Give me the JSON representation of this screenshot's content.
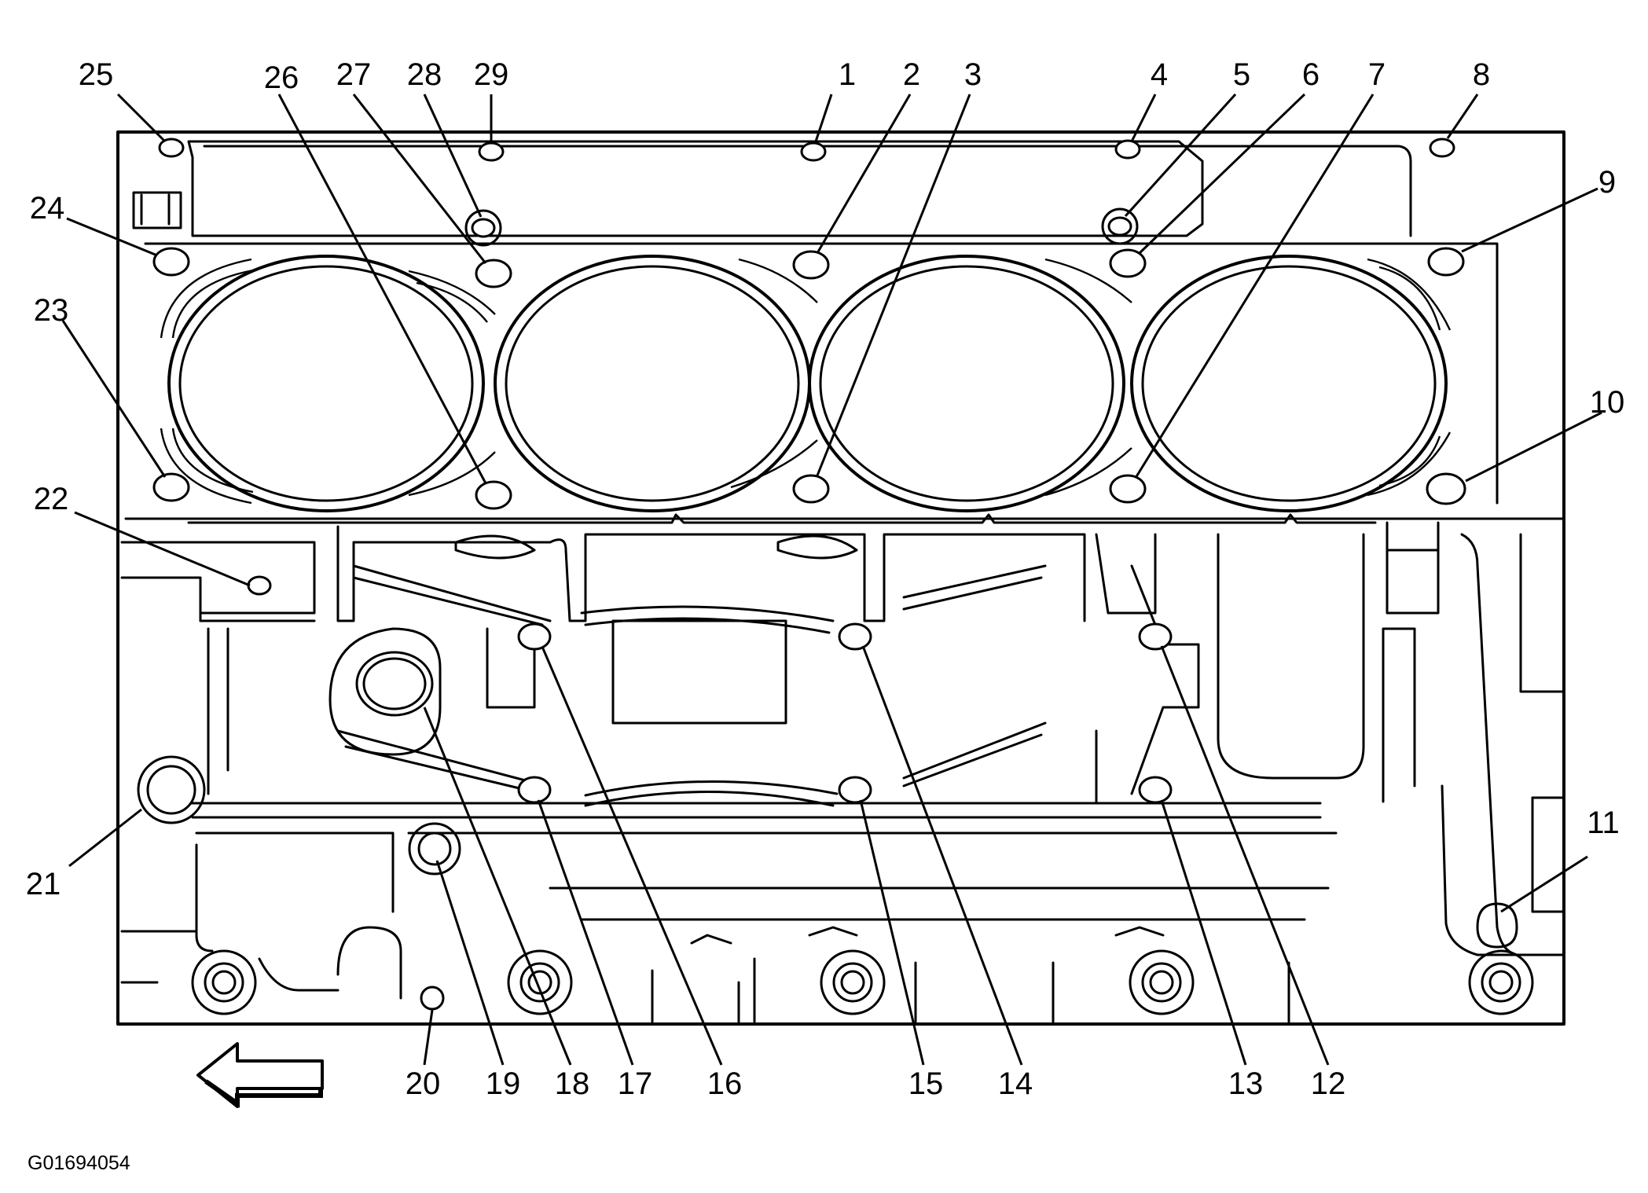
{
  "figure_id": "G01694054",
  "callouts": [
    "1",
    "2",
    "3",
    "4",
    "5",
    "6",
    "7",
    "8",
    "9",
    "10",
    "11",
    "12",
    "13",
    "14",
    "15",
    "16",
    "17",
    "18",
    "19",
    "20",
    "21",
    "22",
    "23",
    "24",
    "25",
    "26",
    "27",
    "28",
    "29"
  ],
  "arrow_icon": "left-arrow-icon"
}
